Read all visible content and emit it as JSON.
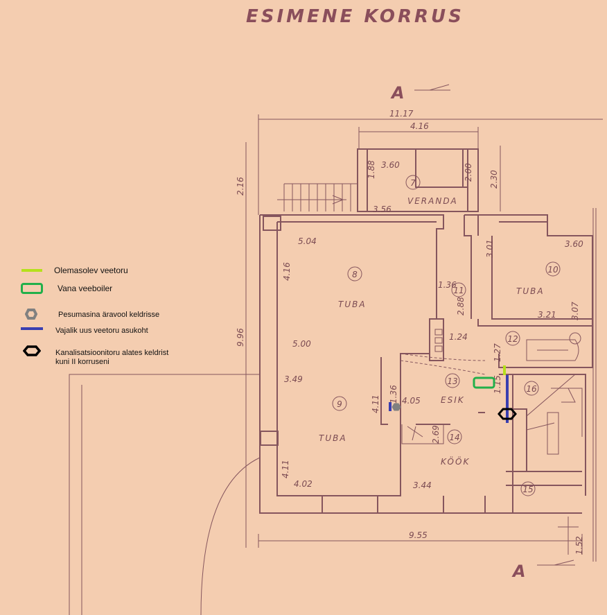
{
  "title": "ESIMENE KORRUS",
  "section_marks": [
    "A",
    "A"
  ],
  "rooms": {
    "veranda": {
      "num": "7",
      "name": "VERANDA"
    },
    "r8": {
      "num": "8",
      "name": "TUBA"
    },
    "r9": {
      "num": "9",
      "name": "TUBA"
    },
    "r10": {
      "num": "10",
      "name": "TUBA"
    },
    "r11": {
      "num": "11"
    },
    "r12": {
      "num": "12"
    },
    "r13": {
      "num": "13",
      "name": "ESIK"
    },
    "r14": {
      "num": "14",
      "name": "KÖÖK"
    },
    "r15": {
      "num": "15"
    },
    "r16": {
      "num": "16"
    }
  },
  "dimensions": {
    "total_width": "11.17",
    "veranda_width": "4.16",
    "veranda_inner": "3.60",
    "veranda_left": "1.88",
    "veranda_right": "2.00",
    "right_230": "2.30",
    "left_216": "2.16",
    "veranda_356": "3.56",
    "r8_width": "5.04",
    "r8_depth": "4.16",
    "r10_width": "3.60",
    "r10_301": "3.01",
    "r11_136": "1.36",
    "r11_288": "2.88",
    "r10_307": "3.07",
    "r12_321": "3.21",
    "r_124": "1.24",
    "r9_500": "5.00",
    "r9_349": "3.49",
    "total_height": "9.96",
    "r12_127": "1.27",
    "r13_115": "1.15",
    "r13_136": "1.36",
    "r13_405": "4.05",
    "r13_411": "4.11",
    "r14_269": "2.69",
    "r9_411": "4.11",
    "r9_402": "4.02",
    "r14_344": "3.44",
    "bottom_total": "9.55",
    "stair_152": "1.52"
  },
  "legend": [
    {
      "label": "Olemasolev veetoru",
      "icon": "yellow-green-line",
      "color": "#b5e01c"
    },
    {
      "label": "Vana veeboiler",
      "icon": "green-rounded-rect",
      "color": "#22b04a"
    },
    {
      "label": "Pesumasina äravool keldrisse",
      "icon": "grey-hexagon",
      "color": "#808080"
    },
    {
      "label": "Vajalik uus veetoru asukoht",
      "icon": "blue-line",
      "color": "#3a3fb0"
    },
    {
      "label": "Kanalisatsioonitoru alates keldrist",
      "label2": "kuni II korruseni",
      "icon": "black-hexagon",
      "color": "#000000"
    }
  ]
}
